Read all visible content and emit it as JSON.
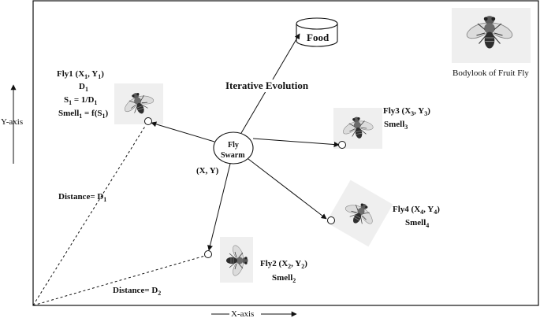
{
  "axes": {
    "x_label": "X-axis",
    "y_label": "Y-axis"
  },
  "food": {
    "label": "Food"
  },
  "evolution_label": "Iterative Evolution",
  "swarm": {
    "label_line1": "Fly",
    "label_line2": "Swarm",
    "coord": "(X, Y)"
  },
  "reference_caption": "Bodylook of Fruit Fly",
  "flies": {
    "fly1": {
      "name": "Fly1",
      "x_sub": "1",
      "y_sub": "1",
      "dist": "D",
      "dist_sub": "1",
      "s_name": "S",
      "s_sub": "1",
      "s_expr": "= 1/D",
      "s_expr_sub": "1",
      "smell": "Smell",
      "smell_sub": "1",
      "smell_expr": "= f(S",
      "smell_expr_sub": "1",
      "smell_close": ")"
    },
    "fly2": {
      "name": "Fly2",
      "x_sub": "2",
      "y_sub": "2",
      "smell": "Smell",
      "smell_sub": "2"
    },
    "fly3": {
      "name": "Fly3",
      "x_sub": "3",
      "y_sub": "3",
      "smell": "Smell",
      "smell_sub": "3"
    },
    "fly4": {
      "name": "Fly4",
      "x_sub": "4",
      "y_sub": "4",
      "smell": "Smell",
      "smell_sub": "4"
    }
  },
  "distances": {
    "d1": {
      "label": "Distance= D",
      "sub": "1"
    },
    "d2": {
      "label": "Distance= D",
      "sub": "2"
    }
  },
  "coord_open": "(X",
  "coord_mid": ", Y",
  "coord_close": ")",
  "colors": {
    "line": "#111111",
    "fly_body": "#3a3a3a",
    "fly_wing": "#d9d9d9",
    "photo_bg": "#eeeeee"
  }
}
